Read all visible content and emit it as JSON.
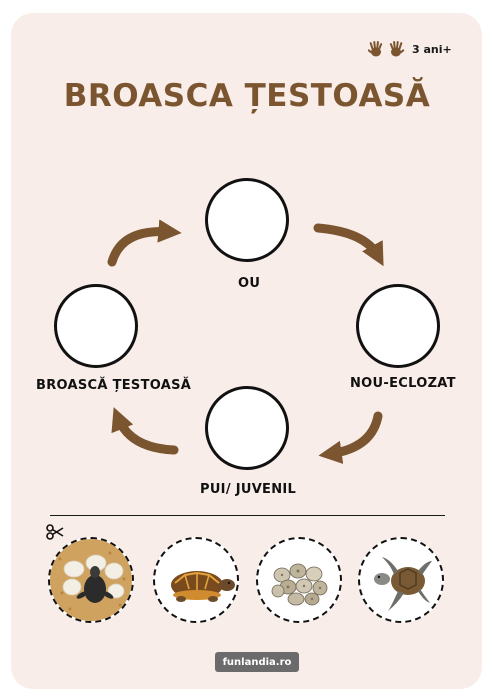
{
  "age": {
    "label": "3 ani+",
    "icon": "hands-icon"
  },
  "title": "BROASCA ȚESTOASĂ",
  "stages": {
    "egg": "OU",
    "hatchling": "NOU-ECLOZAT",
    "juvenile": "PUI/ JUVENIL",
    "adult": "BROASCĂ ȚESTOASĂ"
  },
  "cutouts": [
    {
      "name": "turtle-hatchling-with-eggs",
      "icon": "hatchling-eggs-icon"
    },
    {
      "name": "box-turtle",
      "icon": "turtle-icon"
    },
    {
      "name": "turtle-eggs",
      "icon": "eggs-icon"
    },
    {
      "name": "sea-turtle",
      "icon": "sea-turtle-icon"
    }
  ],
  "brand": "funlandia.ro",
  "colors": {
    "accent": "#7b5530",
    "background": "#f8ede8",
    "arrow": "#7b5530"
  }
}
